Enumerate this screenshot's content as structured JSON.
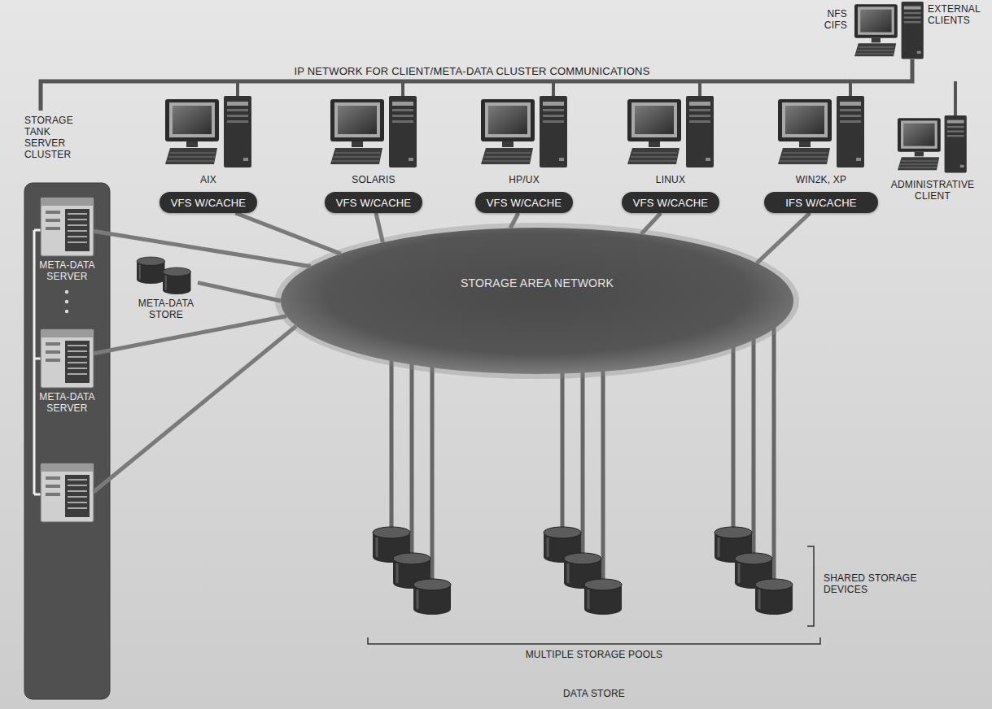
{
  "diagram": {
    "nodes": [
      {
        "text": [
          "NFS CIFS",
          "EXTERNAL CLIENTS"
        ]
      },
      {
        "text": [
          "STORAGE TANK SERVER CLUSTER"
        ]
      },
      {
        "text": [
          "AIX"
        ]
      },
      {
        "text": [
          "SOLARIS"
        ]
      },
      {
        "text": [
          "HP/UX"
        ]
      },
      {
        "text": [
          "LINUX"
        ]
      },
      {
        "text": [
          "WIN2K, XP"
        ]
      },
      {
        "text": [
          "ADMINISTRATIVE CLIENT"
        ]
      },
      {
        "text": [
          "VFS W/CACHE"
        ]
      },
      {
        "text": [
          "VFS W/CACHE"
        ]
      },
      {
        "text": [
          "VFS W/CACHE"
        ]
      },
      {
        "text": [
          "VFS W/CACHE"
        ]
      },
      {
        "text": [
          "IFS W/CACHE"
        ]
      },
      {
        "text": [
          "META-DATA SERVER"
        ],
        "in": 1
      },
      {
        "text": [
          "META-DATA STORE"
        ]
      },
      {
        "text": [
          "META-DATA SERVER"
        ],
        "in": 1
      },
      {
        "text": [
          "STORAGE AREA NETWORK"
        ]
      }
    ],
    "edges": [
      {
        "from": 13,
        "to": 16,
        "arrow": "none"
      },
      {
        "from": 14,
        "to": 16,
        "arrow": "none"
      },
      {
        "from": 15,
        "to": 16,
        "arrow": "none"
      },
      {
        "from": 8,
        "to": 16,
        "arrow": "none"
      },
      {
        "from": 9,
        "to": 16,
        "arrow": "none"
      },
      {
        "from": 10,
        "to": 16,
        "arrow": "none"
      },
      {
        "from": 11,
        "to": 16,
        "arrow": "none"
      },
      {
        "from": 12,
        "to": 16,
        "arrow": "none"
      }
    ],
    "labels": [
      "IP NETWORK FOR CLIENT/META-DATA CLUSTER COMMUNICATIONS",
      "SHARED STORAGE DEVICES",
      "MULTIPLE STORAGE POOLS",
      "DATA STORE"
    ]
  }
}
